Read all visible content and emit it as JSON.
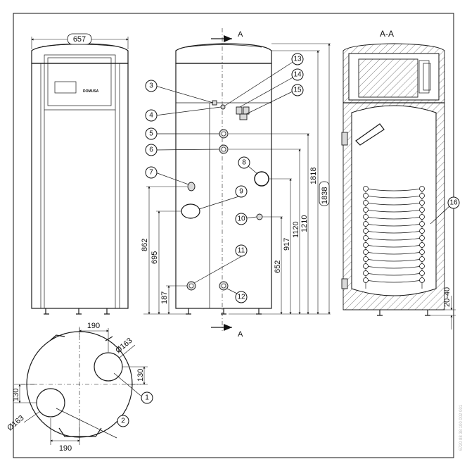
{
  "title": "",
  "section_label": "A-A",
  "section_marks": [
    "A",
    "A"
  ],
  "dimensions": {
    "front_width": "657",
    "total_height": "1838",
    "height_1818": "1818",
    "height_1210": "1210",
    "height_1120": "1120",
    "height_917": "917",
    "height_652": "652",
    "height_862": "862",
    "height_695": "695",
    "height_187": "187",
    "feet": "20-40",
    "top_offset_x": "190",
    "top_offset_y": "130",
    "top_dia": "Ø163",
    "bottom_offset_y": "130",
    "bottom_dia": "Ø163",
    "bottom_offset_x": "190"
  },
  "callouts": [
    "1",
    "2",
    "3",
    "4",
    "5",
    "6",
    "7",
    "8",
    "9",
    "10",
    "11",
    "12",
    "13",
    "14",
    "15",
    "16"
  ],
  "brand": "DOMUSA",
  "side_code": "6720 88 38 100 002 001"
}
